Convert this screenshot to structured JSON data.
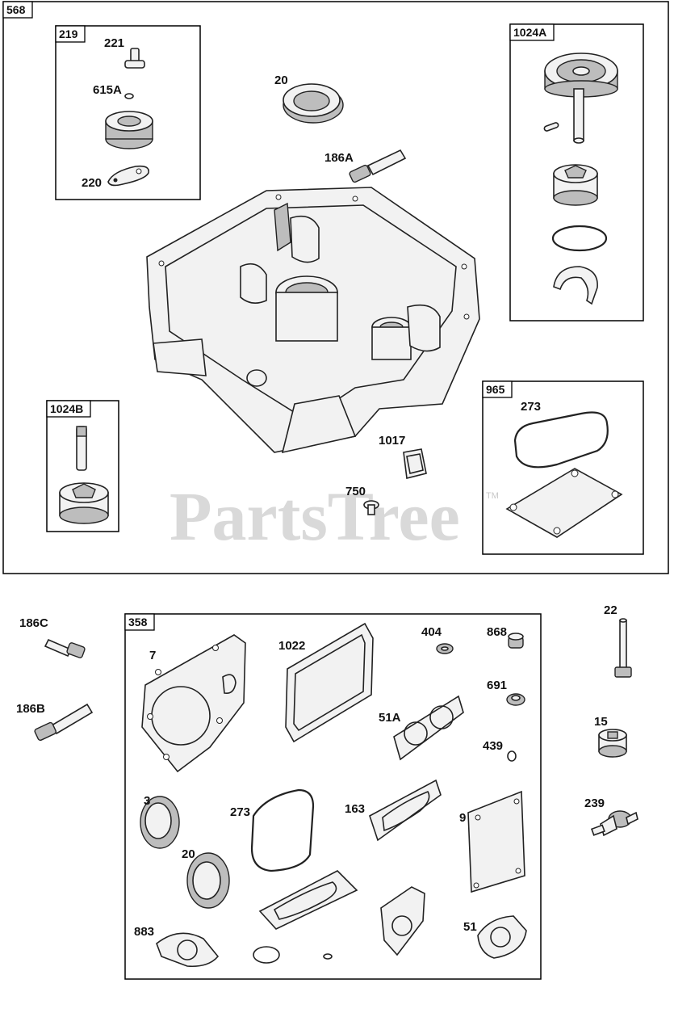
{
  "watermark": {
    "text": "PartsTree",
    "trademark": "TM"
  },
  "groups": {
    "g568": "568",
    "g219": "219",
    "g1024A": "1024A",
    "g1024B": "1024B",
    "g965": "965",
    "g358": "358"
  },
  "parts": {
    "p221": "221",
    "p615A": "615A",
    "p220": "220",
    "p20a": "20",
    "p186A": "186A",
    "p1017": "1017",
    "p750": "750",
    "p273a": "273",
    "p186C": "186C",
    "p186B": "186B",
    "p22": "22",
    "p15": "15",
    "p239": "239",
    "p7": "7",
    "p1022": "1022",
    "p404": "404",
    "p868": "868",
    "p691": "691",
    "p51A": "51A",
    "p439": "439",
    "p3": "3",
    "p273b": "273",
    "p163": "163",
    "p9": "9",
    "p20b": "20",
    "p883": "883",
    "p51": "51"
  }
}
